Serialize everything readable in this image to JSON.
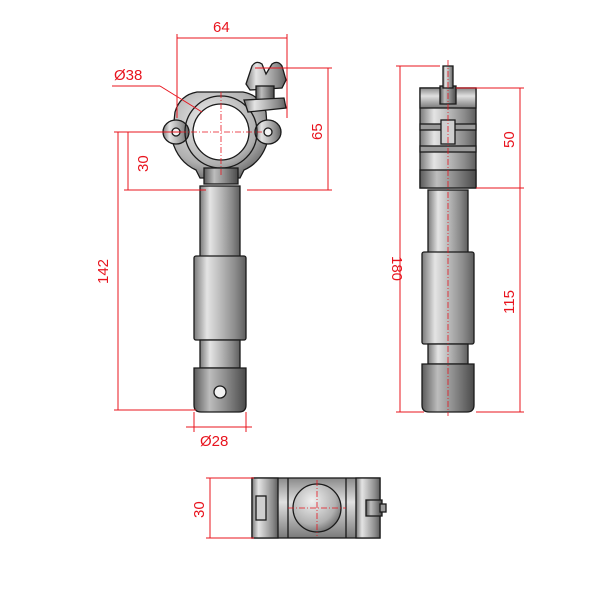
{
  "colors": {
    "dimension": "#e8141e",
    "outline": "#1a1a1a",
    "metal_light": "#d6d6d6",
    "metal_mid": "#a8a8a8",
    "metal_dark": "#6e6e6e"
  },
  "dimensions": {
    "clamp_width": "64",
    "clamp_diameter": "Ø38",
    "clamp_height": "65",
    "clamp_offset": "30",
    "total_length_front": "142",
    "spigot_diameter": "Ø28",
    "total_length_side": "180",
    "side_clamp_height": "50",
    "side_spigot_length": "115",
    "bottom_view_height": "30"
  }
}
